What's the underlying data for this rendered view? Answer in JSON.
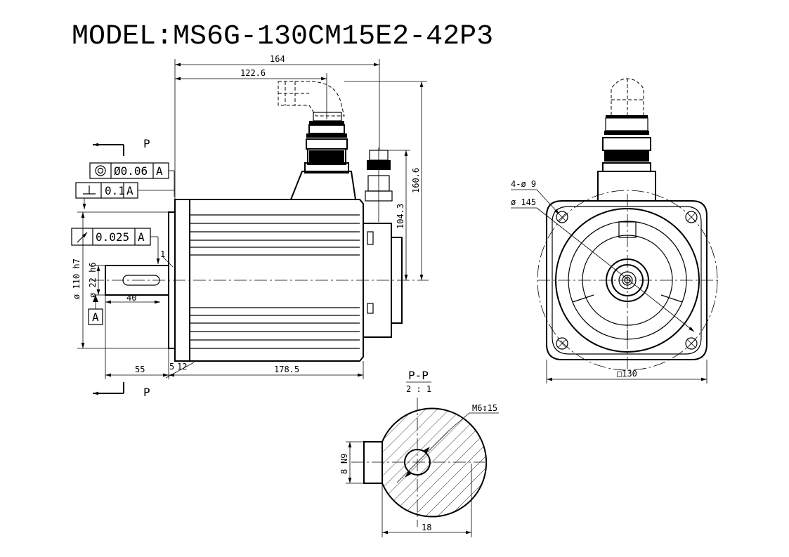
{
  "title": "MODEL:MS6G-130CM15E2-42P3",
  "section": {
    "label": "P-P",
    "scale": "2 : 1",
    "thread": "M6↧15",
    "keyway": "N9",
    "key_height": "8",
    "width": "18"
  },
  "side_view": {
    "dims": {
      "overall": "164",
      "connector_pos": "122.6",
      "height_total": "160.6",
      "height_center": "104.3",
      "pilot_dia": "ø 110 h7",
      "shaft_dia": "ø 22 h6",
      "shaft_key_len": "40",
      "shaft_len": "55",
      "flange_thk_a": "5",
      "flange_thk_b": "12",
      "body_len": "178.5",
      "chamfer": "1"
    },
    "section_mark": "P",
    "datum": "A",
    "gdt": [
      {
        "symbol": "concentricity-icon",
        "tolerance": "Ø0.06",
        "datum": "A"
      },
      {
        "symbol": "perpendicularity-icon",
        "tolerance": "0.1",
        "datum": "A"
      },
      {
        "symbol": "runout-icon",
        "tolerance": "0.025",
        "datum": "A"
      }
    ]
  },
  "front_view": {
    "dims": {
      "holes": "4-ø 9",
      "pcd": "ø 145",
      "square": "□130"
    }
  }
}
